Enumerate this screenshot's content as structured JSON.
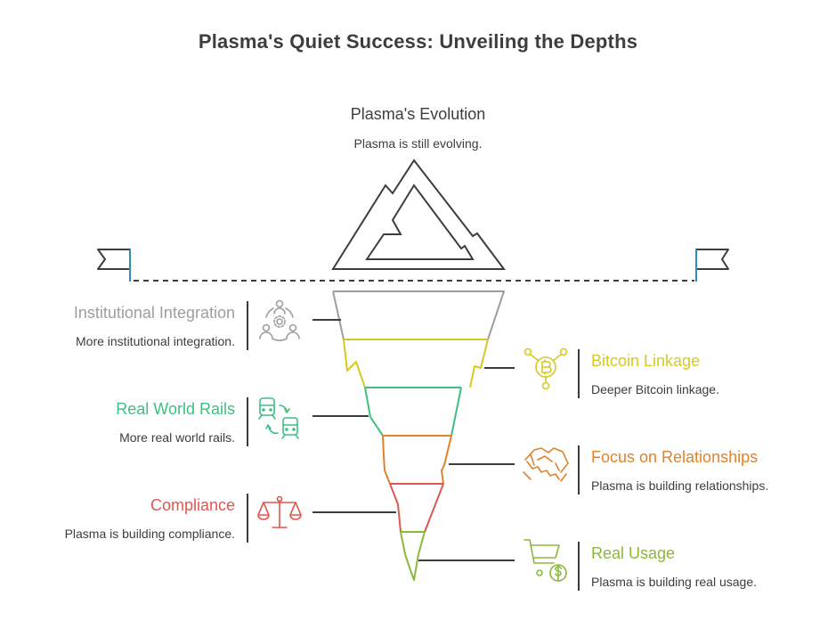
{
  "title": "Plasma's Quiet Success: Unveiling the Depths",
  "top": {
    "title": "Plasma's Evolution",
    "description": "Plasma is still evolving."
  },
  "left": [
    {
      "label": "Institutional Integration",
      "description": "More institutional integration.",
      "color": "#9e9e9e",
      "icon": "people-network-icon"
    },
    {
      "label": "Real World Rails",
      "description": "More real world rails.",
      "color": "#3dbf81",
      "icon": "trains-icon"
    },
    {
      "label": "Compliance",
      "description": "Plasma is building compliance.",
      "color": "#e05751",
      "icon": "scales-icon"
    }
  ],
  "right": [
    {
      "label": "Bitcoin Linkage",
      "description": "Deeper Bitcoin linkage.",
      "color": "#d8c922",
      "icon": "bitcoin-network-icon"
    },
    {
      "label": "Focus on Relationships",
      "description": "Plasma is building relationships.",
      "color": "#e0832b",
      "icon": "handshake-icon"
    },
    {
      "label": "Real Usage",
      "description": "Plasma is building real usage.",
      "color": "#8ab83a",
      "icon": "cart-dollar-icon"
    }
  ]
}
